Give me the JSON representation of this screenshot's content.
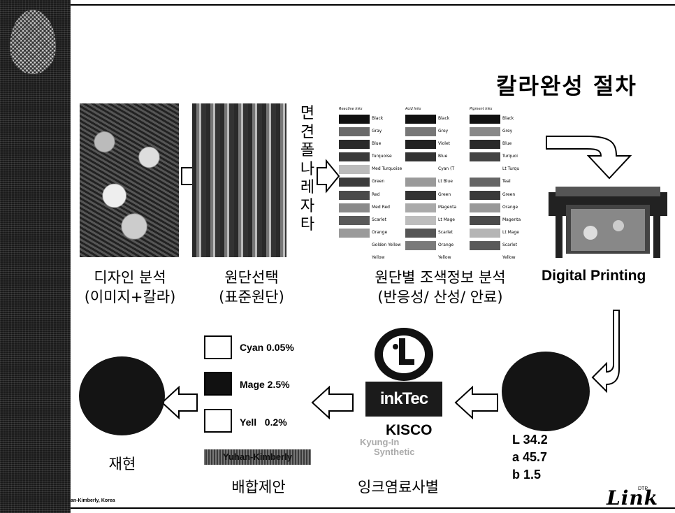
{
  "title": "칼라완성 절차",
  "step1": {
    "line1": "디자인 분석",
    "line2": "(이미지+칼라)"
  },
  "step2": {
    "line1": "원단선택",
    "line2": "(표준원단)",
    "fabrics": [
      "면",
      "견",
      "폴",
      "나",
      "레",
      "자",
      "타"
    ]
  },
  "step3": {
    "line1": "원단별 조색정보 분석",
    "line2": "(반응성/ 산성/ 안료)",
    "columns": [
      {
        "header": "Reactive Inks",
        "items": [
          "Black",
          "Gray",
          "Blue",
          "Turquoise",
          "Med Turquoise",
          "Green",
          "Red",
          "Med Red",
          "Scarlet",
          "Orange",
          "Golden Yellow",
          "Yellow"
        ],
        "colors": [
          "#111",
          "#6a6a6a",
          "#2a2a2a",
          "#3a3a3a",
          "#bbbbbb",
          "#3c3c3c",
          "#4a4a4a",
          "#8a8a8a",
          "#5a5a5a",
          "#9a9a9a",
          "#ffffff",
          "#ffffff"
        ]
      },
      {
        "header": "Acid Inks",
        "items": [
          "Black",
          "Grey",
          "Violet",
          "Blue",
          "Cyan (T",
          "Lt Blue",
          "Green",
          "Magenta",
          "Lt Mage",
          "Scarlet",
          "Orange",
          "Yellow"
        ],
        "colors": [
          "#111",
          "#777777",
          "#222",
          "#333",
          "#ffffff",
          "#9a9a9a",
          "#333",
          "#aaaaaa",
          "#bdbdbd",
          "#555",
          "#7a7a7a",
          "#ffffff"
        ]
      },
      {
        "header": "Pigment Inks",
        "items": [
          "Black",
          "Grey",
          "Blue",
          "Turquoi",
          "Lt Turqu",
          "Teal",
          "Green",
          "Orange",
          "Magenta",
          "Lt Mage",
          "Scarlet",
          "Yellow"
        ],
        "colors": [
          "#111",
          "#888888",
          "#2a2a2a",
          "#444",
          "#ffffff",
          "#666",
          "#3a3a3a",
          "#999",
          "#4a4a4a",
          "#b5b5b5",
          "#5a5a5a",
          "#ffffff"
        ]
      }
    ]
  },
  "step4": {
    "label": "Digital Printing"
  },
  "lab": {
    "l": "L 34.2",
    "a": "a 45.7",
    "b": "b 1.5"
  },
  "ink": {
    "caption": "잉크염료사별",
    "brands": {
      "inktec": "inkTec",
      "kisco": "KISCO",
      "kyung1": "Kyung-In",
      "kyung2": "Synthetic"
    }
  },
  "recipe": {
    "caption": "배합제안",
    "cyan": "Cyan 0.05%",
    "mage": "Mage 2.5%",
    "yell": "Yell   0.2%",
    "bar": "Yuhan-Kimberly"
  },
  "result": {
    "caption": "재현"
  },
  "footer": "an-Kimberly, Korea",
  "logo": {
    "text": "Link",
    "small": "DTP"
  },
  "colors": {
    "dark_circle": "#141414",
    "sidebar": "#1a1a1a"
  }
}
